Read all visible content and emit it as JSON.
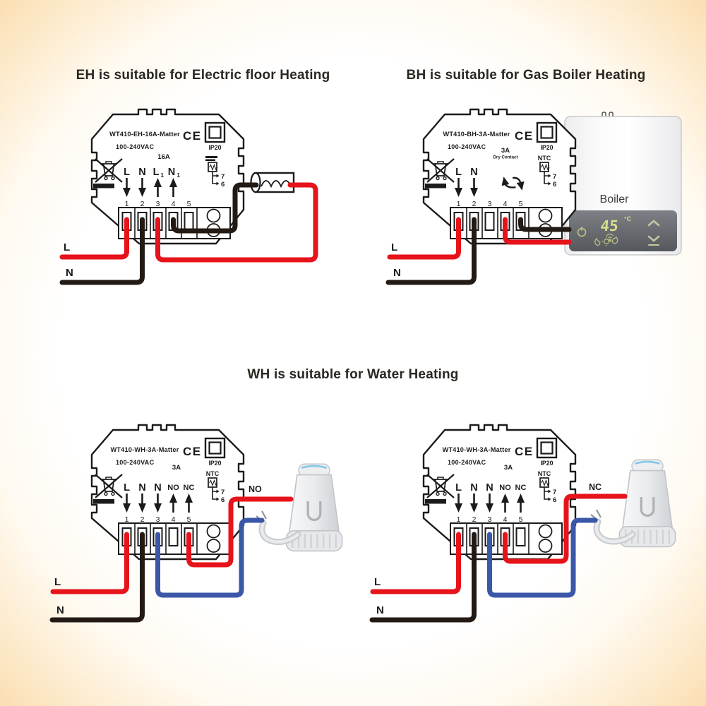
{
  "page": {
    "bg_center": "#ffffff",
    "bg_corner": "#f9d7a4"
  },
  "colors": {
    "live": "#e6131a",
    "neutral": "#231a14",
    "valve_blue": "#3b57a8",
    "outline": "#1b1b1b",
    "label_red": "#e6131a",
    "label_dark": "#1b1b1b"
  },
  "titles": {
    "eh": "EH is suitable for Electric floor Heating",
    "bh": "BH is suitable for Gas Boiler Heating",
    "wh": "WH is suitable for Water Heating"
  },
  "devices": {
    "eh": {
      "model": "WT410-EH-16A-Matter",
      "voltage": "100-240VAC",
      "ce": "CE",
      "ip_rating": "IP20",
      "load_rating": "16A",
      "terminals": {
        "t1": "L",
        "t2": "N",
        "t3": "L",
        "t3_sub": "1",
        "t4": "N",
        "t4_sub": "1"
      },
      "slot_numbers": {
        "n1": "1",
        "n2": "2",
        "n3": "3",
        "n4": "4",
        "n5": "5"
      },
      "sensor_pin_top": "7",
      "sensor_pin_bottom": "6"
    },
    "bh": {
      "model": "WT410-BH-3A-Matter",
      "voltage": "100-240VAC",
      "ce": "CE",
      "ip_rating": "IP20",
      "load_rating": "3A",
      "load_rating_note": "Dry Contact",
      "ntc": "NTC",
      "terminals": {
        "t1": "L",
        "t2": "N"
      },
      "slot_numbers": {
        "n1": "1",
        "n2": "2",
        "n3": "3",
        "n4": "4",
        "n5": "5"
      },
      "sensor_pin_top": "7",
      "sensor_pin_bottom": "6"
    },
    "wh_left": {
      "model": "WT410-WH-3A-Matter",
      "voltage": "100-240VAC",
      "ce": "CE",
      "ip_rating": "IP20",
      "load_rating": "3A",
      "ntc": "NTC",
      "terminals": {
        "t1": "L",
        "t2": "N",
        "t3": "N",
        "t4": "NO",
        "t5": "NC"
      },
      "slot_numbers": {
        "n1": "1",
        "n2": "2",
        "n3": "3",
        "n4": "4",
        "n5": "5"
      },
      "sensor_pin_top": "7",
      "sensor_pin_bottom": "6"
    },
    "wh_right": {
      "model": "WT410-WH-3A-Matter",
      "voltage": "100-240VAC",
      "ce": "CE",
      "ip_rating": "IP20",
      "load_rating": "3A",
      "ntc": "NTC",
      "terminals": {
        "t1": "L",
        "t2": "N",
        "t3": "N",
        "t4": "NO",
        "t5": "NC"
      },
      "slot_numbers": {
        "n1": "1",
        "n2": "2",
        "n3": "3",
        "n4": "4",
        "n5": "5"
      },
      "sensor_pin_top": "7",
      "sensor_pin_bottom": "6"
    }
  },
  "wiring": {
    "eh": {
      "live_label": "L",
      "neutral_label": "N"
    },
    "bh": {
      "live_label": "L",
      "neutral_label": "N"
    },
    "wh_left": {
      "live_label": "L",
      "neutral_label": "N",
      "valve_wire_label": "NO"
    },
    "wh_right": {
      "live_label": "L",
      "neutral_label": "N",
      "valve_wire_label": "NC"
    }
  },
  "boiler": {
    "label": "Boiler",
    "display_temp": "45",
    "display_unit": "°C"
  }
}
